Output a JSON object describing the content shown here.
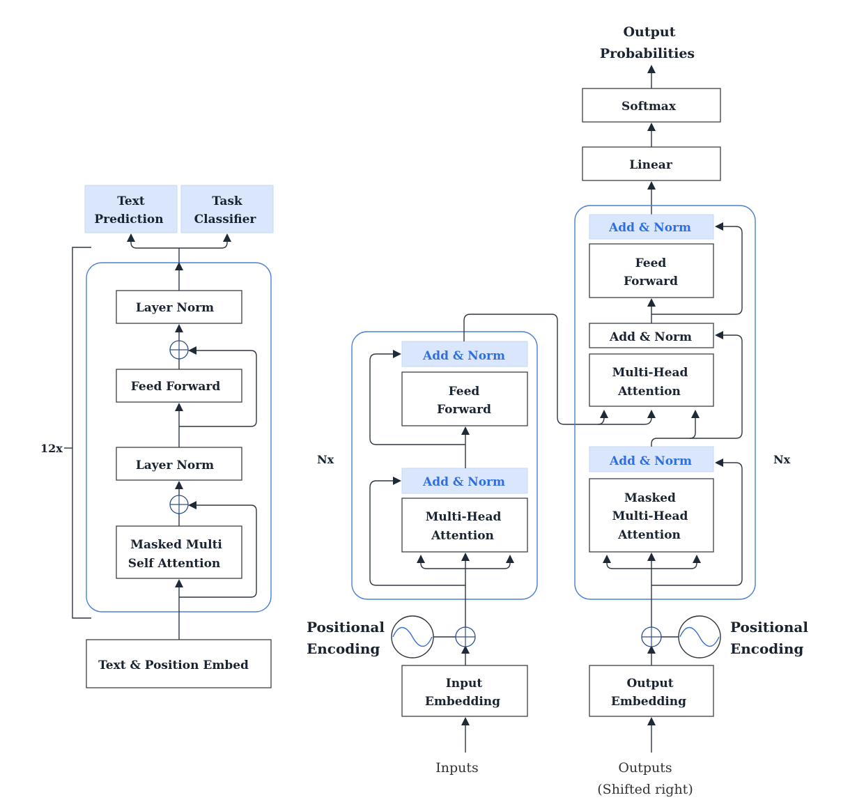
{
  "gpt": {
    "outputs": {
      "text_prediction": [
        "Text",
        "Prediction"
      ],
      "task_classifier": [
        "Task",
        "Classifier"
      ]
    },
    "repeat_label": "12x",
    "layer_norm_top": "Layer Norm",
    "feed_forward": "Feed Forward",
    "layer_norm_bottom": "Layer Norm",
    "masked_attention": [
      "Masked Multi",
      "Self Attention"
    ],
    "embed": "Text & Position Embed"
  },
  "encoder": {
    "nx_label": "Nx",
    "add_norm_top": "Add & Norm",
    "feed_forward": [
      "Feed",
      "Forward"
    ],
    "add_norm_bottom": "Add & Norm",
    "attention": [
      "Multi-Head",
      "Attention"
    ],
    "positional_encoding": [
      "Positional",
      "Encoding"
    ],
    "input_embedding": [
      "Input",
      "Embedding"
    ],
    "inputs_label": "Inputs"
  },
  "decoder": {
    "output_probabilities": [
      "Output",
      "Probabilities"
    ],
    "softmax": "Softmax",
    "linear": "Linear",
    "add_norm_top": "Add & Norm",
    "feed_forward": [
      "Feed",
      "Forward"
    ],
    "add_norm_middle": "Add & Norm",
    "cross_attention": [
      "Multi-Head",
      "Attention"
    ],
    "add_norm_bottom": "Add & Norm",
    "masked_attention": [
      "Masked",
      "Multi-Head",
      "Attention"
    ],
    "nx_label": "Nx",
    "positional_encoding": [
      "Positional",
      "Encoding"
    ],
    "output_embedding": [
      "Output",
      "Embedding"
    ],
    "outputs_label": [
      "Outputs",
      "(Shifted right)"
    ]
  },
  "colors": {
    "accent": "#2f6fe0",
    "block_fill": "#d9e6fb",
    "group_border": "#4a7fd6",
    "line": "#2e3640"
  }
}
